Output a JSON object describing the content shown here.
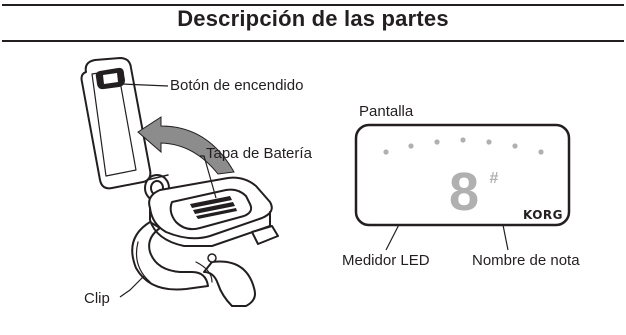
{
  "title": "Descripción de las partes",
  "labels": {
    "power_button": "Botón de encendido",
    "battery_cover": "Tapa de Batería",
    "clip": "Clip",
    "display": "Pantalla",
    "led_meter": "Medidor LED",
    "note_name": "Nombre de nota"
  },
  "display": {
    "note": "8",
    "accidental": "#",
    "brand": "KORG"
  },
  "colors": {
    "ink": "#231f20",
    "arrow": "#8c8c8c",
    "lcd_segment": "#b0b0b0"
  }
}
